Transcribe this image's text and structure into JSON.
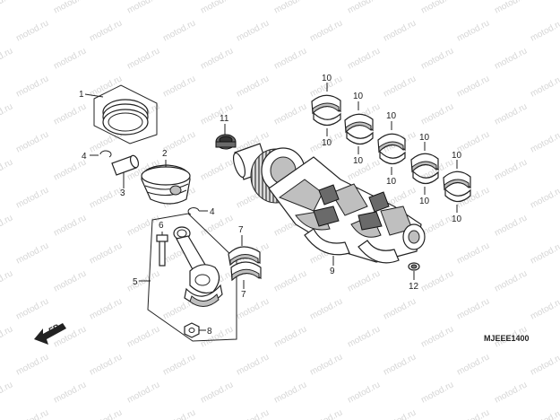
{
  "diagram": {
    "watermark": "motod.ru",
    "code": "MJEEE1400",
    "direction_label": "FR.",
    "callouts": {
      "c1": "1",
      "c2": "2",
      "c3": "3",
      "c4a": "4",
      "c4b": "4",
      "c5": "5",
      "c6": "6",
      "c7a": "7",
      "c7b": "7",
      "c8": "8",
      "c9": "9",
      "c11": "11",
      "c12": "12",
      "c10_1t": "10",
      "c10_1b": "10",
      "c10_2t": "10",
      "c10_2b": "10",
      "c10_3t": "10",
      "c10_3b": "10",
      "c10_4t": "10",
      "c10_4b": "10",
      "c10_5t": "10",
      "c10_5b": "10"
    }
  }
}
